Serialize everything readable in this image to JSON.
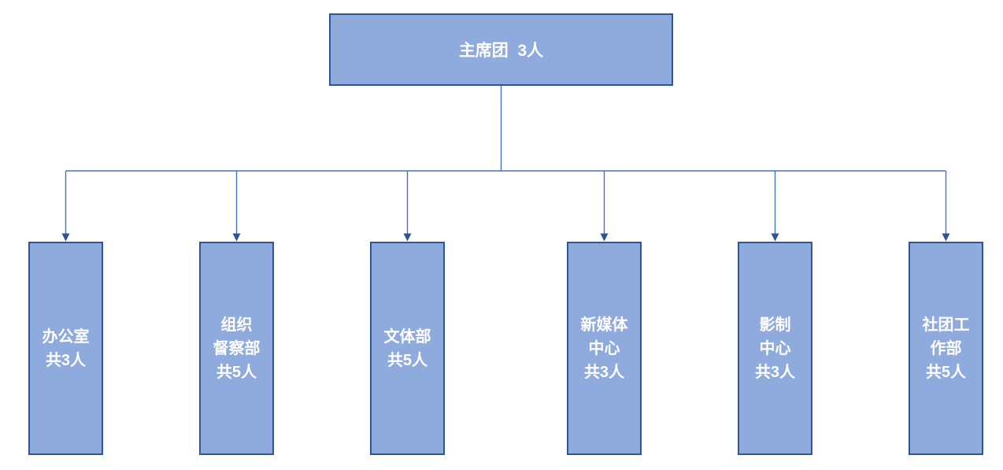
{
  "org_chart": {
    "root": {
      "label": "主席团  3人"
    },
    "departments": [
      {
        "label": "办公室\n共3人"
      },
      {
        "label": "组织\n督察部\n共5人"
      },
      {
        "label": "文体部\n共5人"
      },
      {
        "label": "新媒体\n中心\n共3人"
      },
      {
        "label": "影制\n中心\n共3人"
      },
      {
        "label": "社团工\n作部\n共5人"
      }
    ],
    "colors": {
      "node_fill": "#8FAADC",
      "node_border": "#2F5597",
      "connector": "#4472C4",
      "arrowhead": "#2F5597",
      "node_text": "#FFFFFF"
    }
  }
}
